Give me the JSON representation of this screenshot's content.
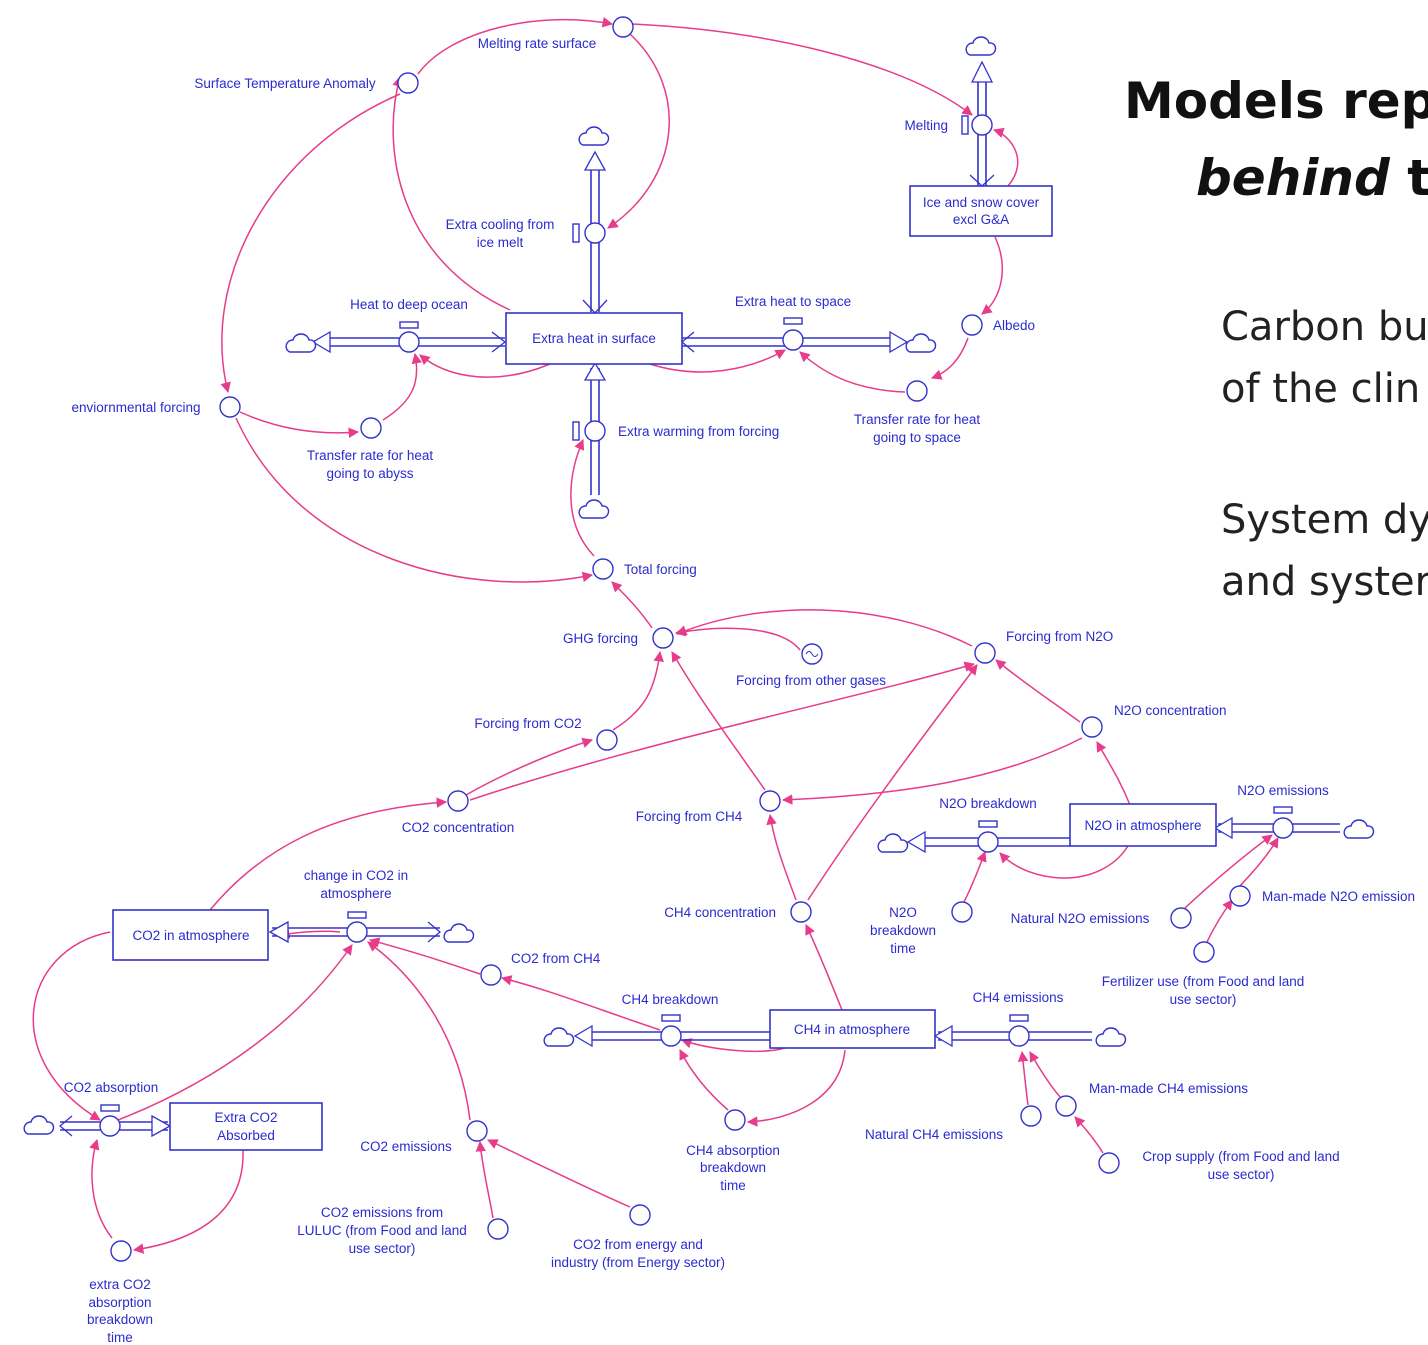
{
  "slide": {
    "title_line1": "Models rep",
    "title_line2_italic": "behind",
    "title_line2_rest": " t",
    "bullet1_line1": "Carbon bu",
    "bullet1_line2": "of the clin",
    "bullet2_line1": "System dy",
    "bullet2_line2": "and syster"
  },
  "stocks": {
    "extra_heat": "Extra heat in surface",
    "ice_snow_1": "Ice and snow cover",
    "ice_snow_2": "excl G&A",
    "co2_atm": "CO2 in atmosphere",
    "extra_co2_1": "Extra CO2",
    "extra_co2_2": "Absorbed",
    "ch4_atm": "CH4 in atmosphere",
    "n2o_atm": "N2O in atmosphere"
  },
  "flows": {
    "melting": "Melting",
    "extra_cooling_1": "Extra cooling from",
    "extra_cooling_2": "ice melt",
    "heat_deep_ocean": "Heat to deep ocean",
    "extra_heat_space": "Extra heat to space",
    "extra_warming": "Extra warming from forcing",
    "change_co2_1": "change in CO2 in",
    "change_co2_2": "atmosphere",
    "co2_absorption": "CO2 absorption",
    "ch4_breakdown": "CH4 breakdown",
    "ch4_emissions": "CH4 emissions",
    "n2o_breakdown": "N2O breakdown",
    "n2o_emissions": "N2O emissions"
  },
  "auxiliaries": {
    "melting_rate": "Melting rate surface",
    "surface_temp": "Surface Temperature Anomaly",
    "albedo": "Albedo",
    "env_forcing": "enviornmental forcing",
    "transfer_abyss_1": "Transfer rate for heat",
    "transfer_abyss_2": "going to abyss",
    "transfer_space_1": "Transfer rate for heat",
    "transfer_space_2": "going to space",
    "total_forcing": "Total forcing",
    "ghg_forcing": "GHG forcing",
    "forcing_other": "Forcing from other gases",
    "forcing_n2o": "Forcing from N2O",
    "n2o_concentration": "N2O concentration",
    "forcing_co2": "Forcing from CO2",
    "co2_concentration": "CO2 concentration",
    "forcing_ch4": "Forcing from CH4",
    "ch4_concentration": "CH4 concentration",
    "co2_from_ch4": "CO2 from CH4",
    "n2o_breakdown_time_1": "N2O",
    "n2o_breakdown_time_2": "breakdown",
    "n2o_breakdown_time_3": "time",
    "natural_n2o": "Natural N2O emissions",
    "manmade_n2o": "Man-made N2O emission",
    "fertilizer_1": "Fertilizer use (from Food and land",
    "fertilizer_2": "use sector)",
    "co2_emissions": "CO2 emissions",
    "ch4_absorption_1": "CH4 absorption",
    "ch4_absorption_2": "breakdown",
    "ch4_absorption_3": "time",
    "natural_ch4": "Natural CH4 emissions",
    "manmade_ch4": "Man-made CH4 emissions",
    "crop_supply_1": "Crop supply (from Food and land",
    "crop_supply_2": "use sector)",
    "luluc_1": "CO2 emissions from",
    "luluc_2": "LULUC (from Food and land",
    "luluc_3": "use sector)",
    "energy_1": "CO2 from energy and",
    "energy_2": "industry (from Energy sector)",
    "extra_abs_time_1": "extra CO2",
    "extra_abs_time_2": "absorption",
    "extra_abs_time_3": "breakdown",
    "extra_abs_time_4": "time"
  },
  "colors": {
    "node": "#3333cc",
    "link": "#e63c8a",
    "label": "#2b2bd0"
  }
}
